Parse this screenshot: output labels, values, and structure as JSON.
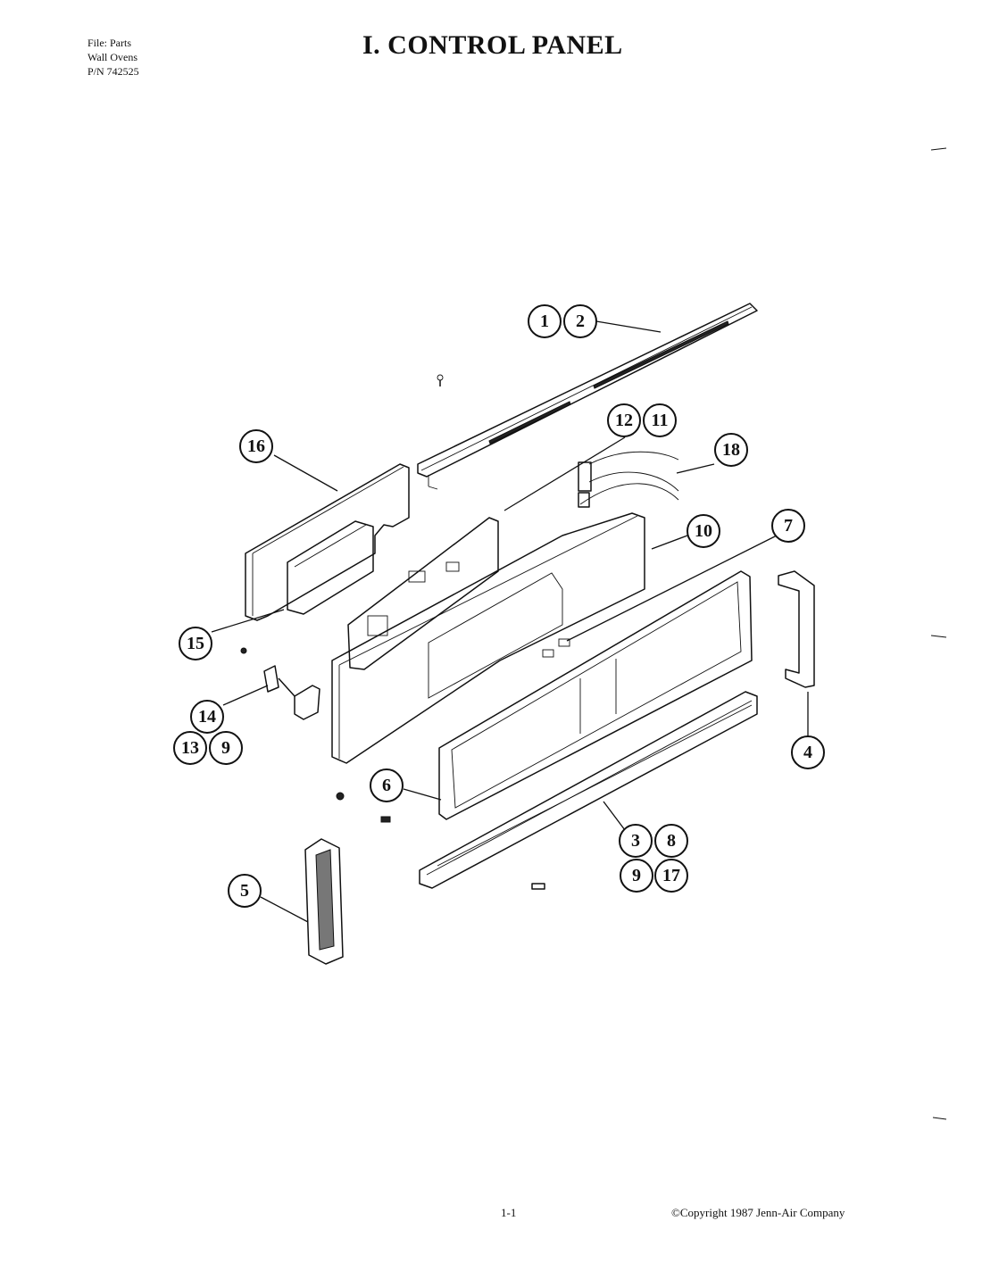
{
  "header": {
    "file_line": "File: Parts",
    "product_line": "Wall Ovens",
    "part_number_line": "P/N 742525",
    "title": "I. CONTROL PANEL"
  },
  "callouts": {
    "c1": "1",
    "c2": "2",
    "c3": "3",
    "c4": "4",
    "c5": "5",
    "c6": "6",
    "c7": "7",
    "c8": "8",
    "c9a": "9",
    "c9b": "9",
    "c10": "10",
    "c11": "11",
    "c12": "12",
    "c13": "13",
    "c14": "14",
    "c15": "15",
    "c16": "16",
    "c17": "17",
    "c18": "18"
  },
  "footer": {
    "page_number": "1-1",
    "copyright": "©Copyright 1987 Jenn-Air Company"
  }
}
